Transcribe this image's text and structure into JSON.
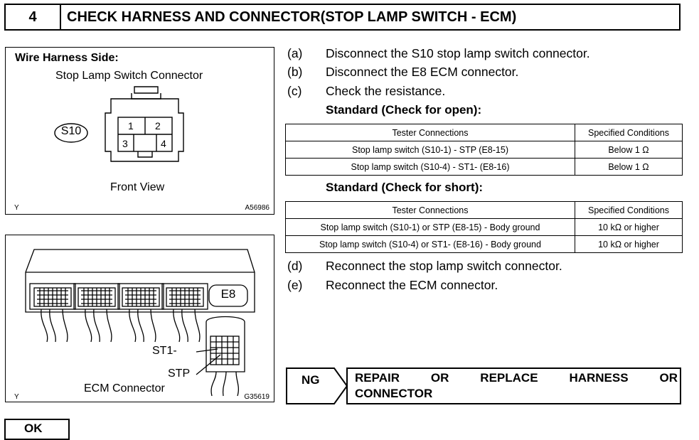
{
  "header": {
    "step_number": "4",
    "title": "CHECK HARNESS AND CONNECTOR(STOP LAMP SWITCH - ECM)"
  },
  "figure1": {
    "side_label": "Wire Harness Side:",
    "connector_title": "Stop Lamp Switch Connector",
    "connector_id": "S10",
    "pins": [
      "1",
      "2",
      "3",
      "4"
    ],
    "view_label": "Front View",
    "corner_mark": "Y",
    "figure_code": "A56986"
  },
  "figure2": {
    "ecm_badge": "E8",
    "label_st1": "ST1-",
    "label_stp": "STP",
    "caption": "ECM Connector",
    "corner_mark": "Y",
    "figure_code": "G35619"
  },
  "steps": [
    {
      "label": "(a)",
      "text": "Disconnect the S10 stop lamp switch connector."
    },
    {
      "label": "(b)",
      "text": "Disconnect the E8 ECM connector."
    },
    {
      "label": "(c)",
      "text": "Check the resistance."
    },
    {
      "label": "(d)",
      "text": "Reconnect the stop lamp switch connector."
    },
    {
      "label": "(e)",
      "text": "Reconnect the ECM connector."
    }
  ],
  "standard_open": {
    "heading": "Standard (Check for open):",
    "headers": [
      "Tester Connections",
      "Specified Conditions"
    ],
    "rows": [
      [
        "Stop lamp switch (S10-1) - STP (E8-15)",
        "Below 1 Ω"
      ],
      [
        "Stop lamp switch (S10-4) - ST1- (E8-16)",
        "Below 1 Ω"
      ]
    ]
  },
  "standard_short": {
    "heading": "Standard (Check for short):",
    "headers": [
      "Tester Connections",
      "Specified Conditions"
    ],
    "rows": [
      [
        "Stop lamp switch (S10-1) or STP (E8-15) - Body ground",
        "10 kΩ or higher"
      ],
      [
        "Stop lamp switch (S10-4) or ST1- (E8-16) - Body ground",
        "10 kΩ or higher"
      ]
    ]
  },
  "result_ng": {
    "badge": "NG",
    "action_line1": [
      "REPAIR",
      "OR",
      "REPLACE",
      "HARNESS",
      "OR"
    ],
    "action_line2": "CONNECTOR"
  },
  "result_ok": {
    "badge": "OK"
  }
}
